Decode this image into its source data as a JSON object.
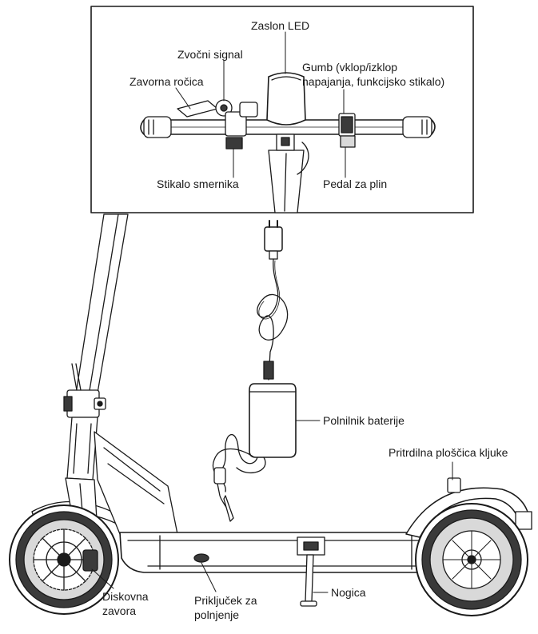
{
  "labels": {
    "led_display": "Zaslon LED",
    "horn": "Zvočni signal",
    "power_button_line1": "Gumb (vklop/izklop",
    "power_button_line2": "napajanja, funkcijsko stikalo)",
    "brake_lever": "Zavorna ročica",
    "turn_signal_switch": "Stikalo smernika",
    "throttle": "Pedal za plin",
    "battery_charger": "Polnilnik baterije",
    "hook_plate": "Pritrdilna ploščica kljuke",
    "disc_brake_line1": "Diskovna",
    "disc_brake_line2": "zavora",
    "charging_port_line1": "Priključek za",
    "charging_port_line2": "polnjenje",
    "kickstand": "Nogica"
  },
  "colors": {
    "ink": "#1a1a1a",
    "fill": "#ffffff",
    "shade": "#d9d9d9",
    "dark": "#3a3a3a"
  }
}
